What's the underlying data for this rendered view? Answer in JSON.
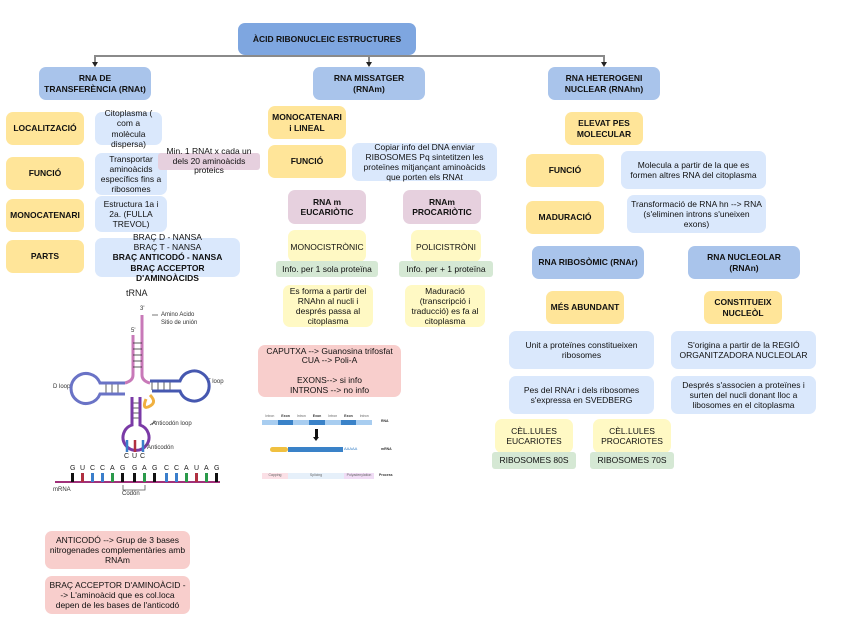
{
  "root": {
    "title": "ÀCID RIBONUCLEIC ESTRUCTURES"
  },
  "rnat": {
    "title": "RNA DE TRANSFERÈNCIA (RNAt)",
    "rows": [
      {
        "label": "LOCALITZACIÓ",
        "value": "Citoplasma ( com a molècula dispersa)"
      },
      {
        "label": "FUNCIÓ",
        "value": "Transportar aminoàcids específics fins a ribosomes",
        "note": "Min. 1 RNAt  x cada un dels 20 aminoàcids proteics"
      },
      {
        "label": "MONOCATENARI",
        "value": "Estructura 1a i 2a. (FULLA TREVOL)"
      },
      {
        "label": "PARTS",
        "value_lines": [
          "BRAÇ D - NANSA",
          "BRAÇ T - NANSA",
          "BRAÇ ANTICODÓ - NANSA",
          "BRAÇ ACCEPTOR D'AMINOÀCIDS"
        ]
      }
    ],
    "figure": {
      "title": "tRNA",
      "three_prime": "3'",
      "five_prime": "5'",
      "amino_label": "Amino Acido\nSitio de unión",
      "d_loop": "D loop",
      "t_loop": "T loop",
      "anticodon_loop": "Anticodón loop",
      "anticodon": "Anticodón",
      "anticodon_bases": [
        "C",
        "U",
        "C"
      ],
      "mrna_bases": [
        "G",
        "U",
        "C",
        "C",
        "A",
        "G",
        "G",
        "A",
        "G",
        "C",
        "C",
        "A",
        "U",
        "A",
        "G"
      ],
      "mrna_label": "mRNA",
      "codon_label": "Codón"
    },
    "notes": [
      "ANTICODÓ --> Grup de  3 bases nitrogenades complementàries amb RNAm",
      "BRAÇ ACCEPTOR D'AMINOÀCID  --> L'aminoàcid que es col.loca depen de les bases de l'anticodó"
    ]
  },
  "rnam": {
    "title": "RNA MISSATGER (RNAm)",
    "monocatenari": "MONOCATENARI i LINEAL",
    "funcio_label": "FUNCIÓ",
    "funcio_value": "Copiar info del DNA enviar RIBOSOMES Pq sintetitzen les proteïnes mitjançant aminoàcids que porten els RNAt",
    "eucariotic": {
      "title": "RNA m EUCARIÒTIC",
      "type": "MONOCISTRÒNIC",
      "info": "Info. per 1 sola proteïna",
      "desc": "Es forma a partir del RNAhn al nucli i després passa al citoplasma"
    },
    "procariotic": {
      "title": "RNAm PROCARIÒTIC",
      "type": "POLICISTRÒNI",
      "info": "Info. per + 1 proteïna",
      "desc": "Maduració (transcripció i traducció) es fa al citoplasma"
    },
    "processing_note": "CAPUTXA --> Guanosina trifosfat\nCUA --> Poli-A\n\nEXONS-->  si info\nINTRONS --> no info",
    "processing_figure": {
      "segments": [
        "Intron",
        "Exon",
        "Intron",
        "Exon",
        "Intron",
        "Exon",
        "Intron"
      ],
      "rna_label": "RNA",
      "mrna_label": "mRNA",
      "process_label": "Process",
      "steps": [
        "Capping",
        "Splicing",
        "Polyadenylation"
      ],
      "tail": "AAAAA"
    }
  },
  "rnahn": {
    "title": "RNA HETEROGENI NUCLEAR (RNAhn)",
    "pes": "ELEVAT PES MOLECULAR",
    "funcio_label": "FUNCIÓ",
    "funcio_value": "Molecula a partir de la que es formen altres RNA del citoplasma",
    "maduracio_label": "MADURACIÓ",
    "maduracio_value": "Transformació de RNA hn --> RNA (s'eliminen introns s'uneixen exons)"
  },
  "rnar": {
    "title": "RNA RIBOSÒMIC (RNAr)",
    "tag": "MÉS ABUNDANT",
    "desc1": "Unit a proteïnes constitueixen ribosomes",
    "desc2": "Pes del RNAr i dels ribosomes s'expressa en SVEDBERG",
    "euk": {
      "cells": "CÈL.LULES EUCARIOTES",
      "ribo": "RIBOSOMES 80S"
    },
    "prok": {
      "cells": "CÈL.LULES PROCARIOTES",
      "ribo": "RIBOSOMES 70S"
    }
  },
  "rnan": {
    "title": "RNA NUCLEOLAR (RNAn)",
    "tag": "CONSTITUEIX NUCLEÒL",
    "desc1": "S'origina a partir de la REGIÓ ORGANITZADORA NUCLEOLAR",
    "desc2": "Després s'associen a proteïnes i surten del nucli donant lloc a libosomes en el citoplasma"
  }
}
